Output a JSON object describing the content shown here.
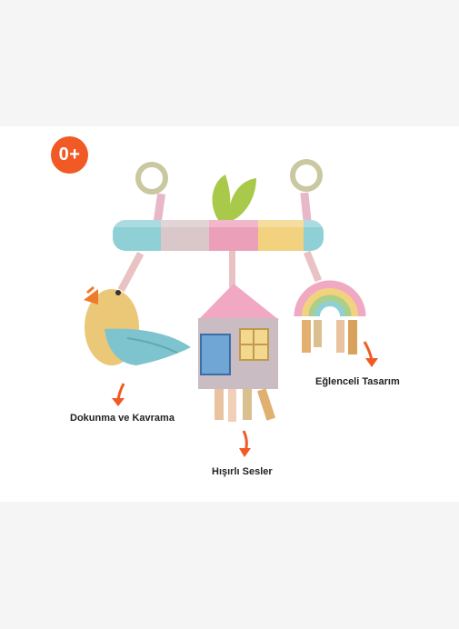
{
  "badge": {
    "age": "0+",
    "color": "#f15a24"
  },
  "labels": {
    "touch": "Dokunma ve Kavrama",
    "sounds": "Hışırlı Sesler",
    "fun": "Eğlenceli Tasarım"
  },
  "colors": {
    "arrow": "#f15a24",
    "bar_teal": "#8fcfd6",
    "bar_pink": "#ec9fb8",
    "bar_yellow": "#f2d27e",
    "ring": "#c9c8a0",
    "leaf": "#a9c94a"
  },
  "icons": [
    "arrow-down-icon",
    "arrow-down-icon",
    "arrow-down-icon"
  ]
}
